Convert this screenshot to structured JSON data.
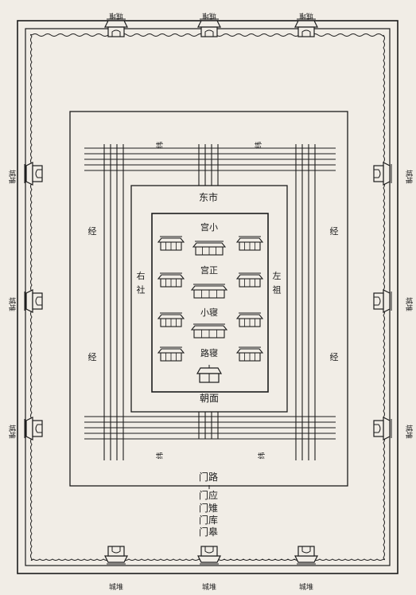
{
  "labels": {
    "east_market": "东市",
    "lesser_palace_top": "宫小",
    "main_palace": "宫正",
    "lesser_chamber": "小寝",
    "road_chamber": "路寝",
    "court_front": "朝面",
    "right_altar": "右社",
    "left_ancestral": "左祖",
    "warp": "经",
    "weft": "纬"
  },
  "gates": {
    "road_gate": "门路",
    "ying_gate": "门应",
    "zhi_gate": "门雉",
    "ku_gate": "门库",
    "gao_gate": "门皋"
  },
  "tower_label": "城堆",
  "tower_label_mirrored": "城堆",
  "colors": {
    "ink": "#1c1c1c",
    "paper": "#f1ede6"
  }
}
